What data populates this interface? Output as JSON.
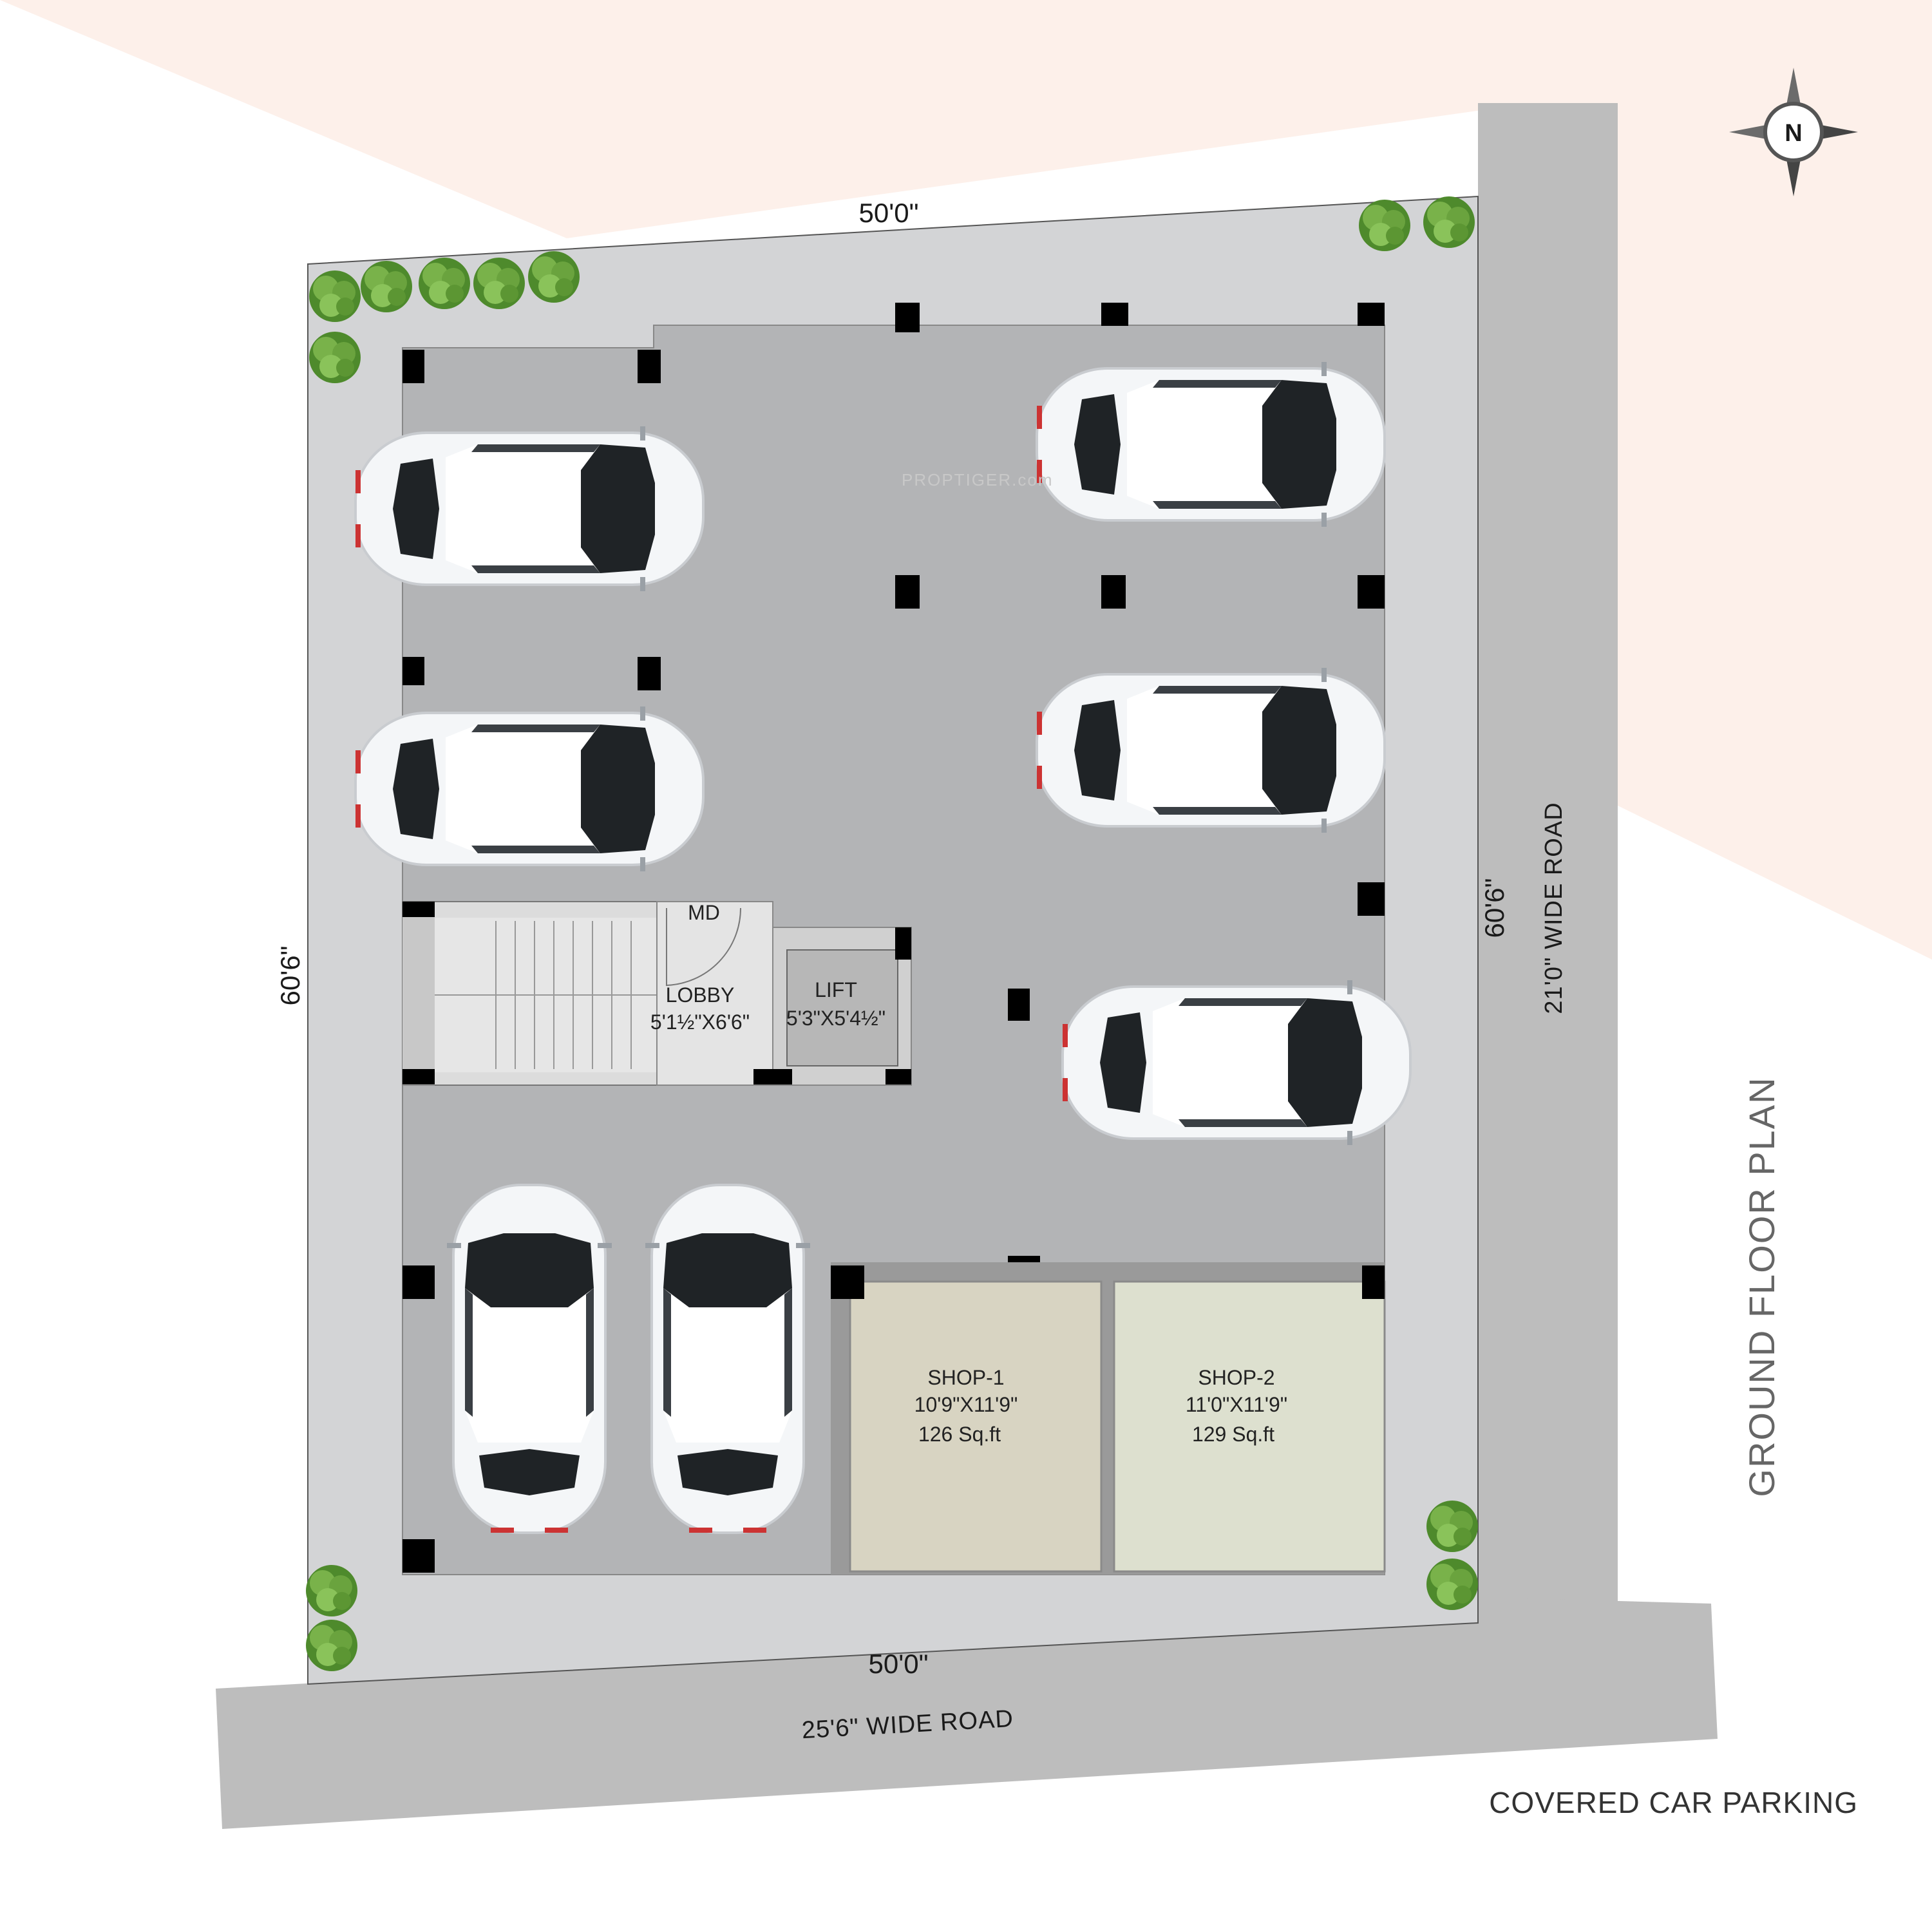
{
  "title": "GROUND FLOOR PLAN",
  "caption": "COVERED CAR PARKING",
  "watermark": "PROPTIGER.com",
  "compass_label": "N",
  "dimensions": {
    "top": "50'0\"",
    "bottom": "50'0\"",
    "left": "60'6\"",
    "right": "60'6\""
  },
  "roads": {
    "south": "25'6\" WIDE ROAD",
    "east": "21'0\" WIDE ROAD"
  },
  "rooms": {
    "md": "MD",
    "lobby": {
      "name": "LOBBY",
      "size": "5'1½\"X6'6\""
    },
    "lift": {
      "name": "LIFT",
      "size": "5'3\"X5'4½\""
    },
    "shop1": {
      "name": "SHOP-1",
      "size": "10'9\"X11'9\"",
      "area": "126 Sq.ft"
    },
    "shop2": {
      "name": "SHOP-2",
      "size": "11'0\"X11'9\"",
      "area": "129 Sq.ft"
    }
  },
  "colors": {
    "background_tint": "#fdf0ea",
    "plot": "#d3d4d6",
    "parking_floor": "#b3b4b6",
    "road": "#bebebe",
    "column": "#000000",
    "shop1_floor": "#d8d4c2",
    "shop2_floor": "#dde0cf",
    "tree": "#5f9a3a"
  }
}
